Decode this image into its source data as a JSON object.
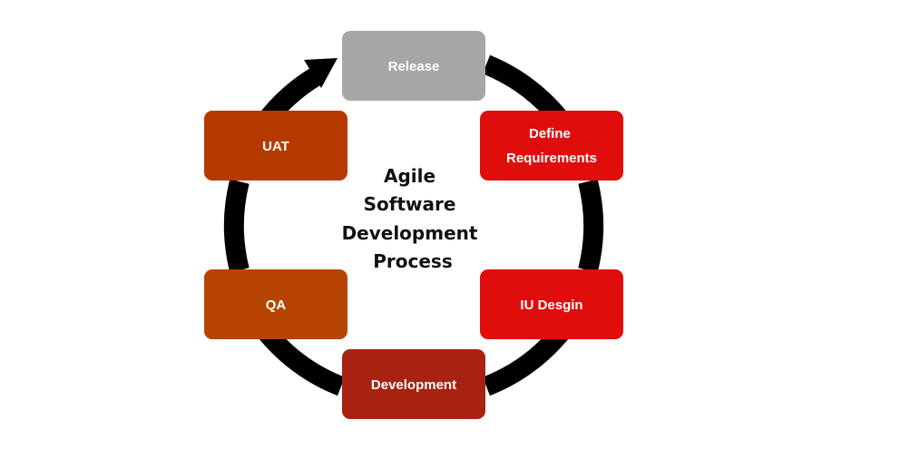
{
  "title_lines": [
    "Agile",
    "Software",
    "Development",
    "Process"
  ],
  "stages": [
    {
      "id": "release",
      "label_lines": [
        "Release"
      ],
      "color": "#a6a6a6"
    },
    {
      "id": "define-requirements",
      "label_lines": [
        "Define",
        "Requirements"
      ],
      "color": "#e00d0d"
    },
    {
      "id": "iu-design",
      "label_lines": [
        "IU Desgin"
      ],
      "color": "#e00d0d"
    },
    {
      "id": "development",
      "label_lines": [
        "Development"
      ],
      "color": "#a82212"
    },
    {
      "id": "qa",
      "label_lines": [
        "QA"
      ],
      "color": "#b54500"
    },
    {
      "id": "uat",
      "label_lines": [
        "UAT"
      ],
      "color": "#b53a00"
    }
  ],
  "cycle_color": "#000000"
}
